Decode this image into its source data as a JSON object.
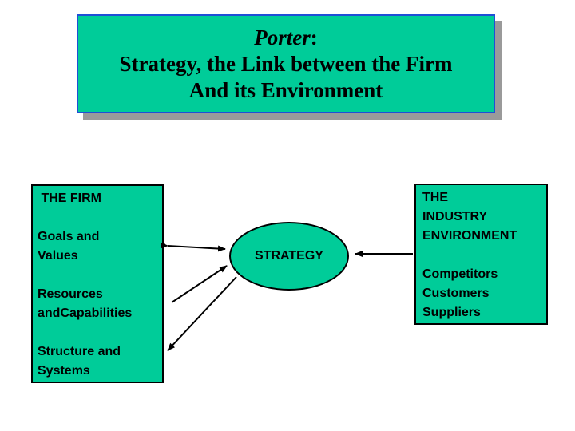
{
  "title": {
    "author": "Porter",
    "colon": ":",
    "line2": "Strategy, the Link between the Firm",
    "line3": "And its Environment"
  },
  "firm": {
    "heading": " THE FIRM",
    "goals_line1": "Goals and",
    "goals_line2": "Values",
    "resources_line1": "Resources",
    "resources_line2": "andCapabilities",
    "structure_line1": "Structure and",
    "structure_line2": "Systems"
  },
  "strategy": {
    "label": "STRATEGY"
  },
  "industry": {
    "heading_line1": "THE",
    "heading_line2": "INDUSTRY",
    "heading_line3": "ENVIRONMENT",
    "competitors": "Competitors",
    "customers": "Customers",
    "suppliers": "Suppliers"
  },
  "colors": {
    "box_fill": "#00cc99",
    "title_border": "#1f4fd6",
    "shadow": "#9a9a9a"
  }
}
